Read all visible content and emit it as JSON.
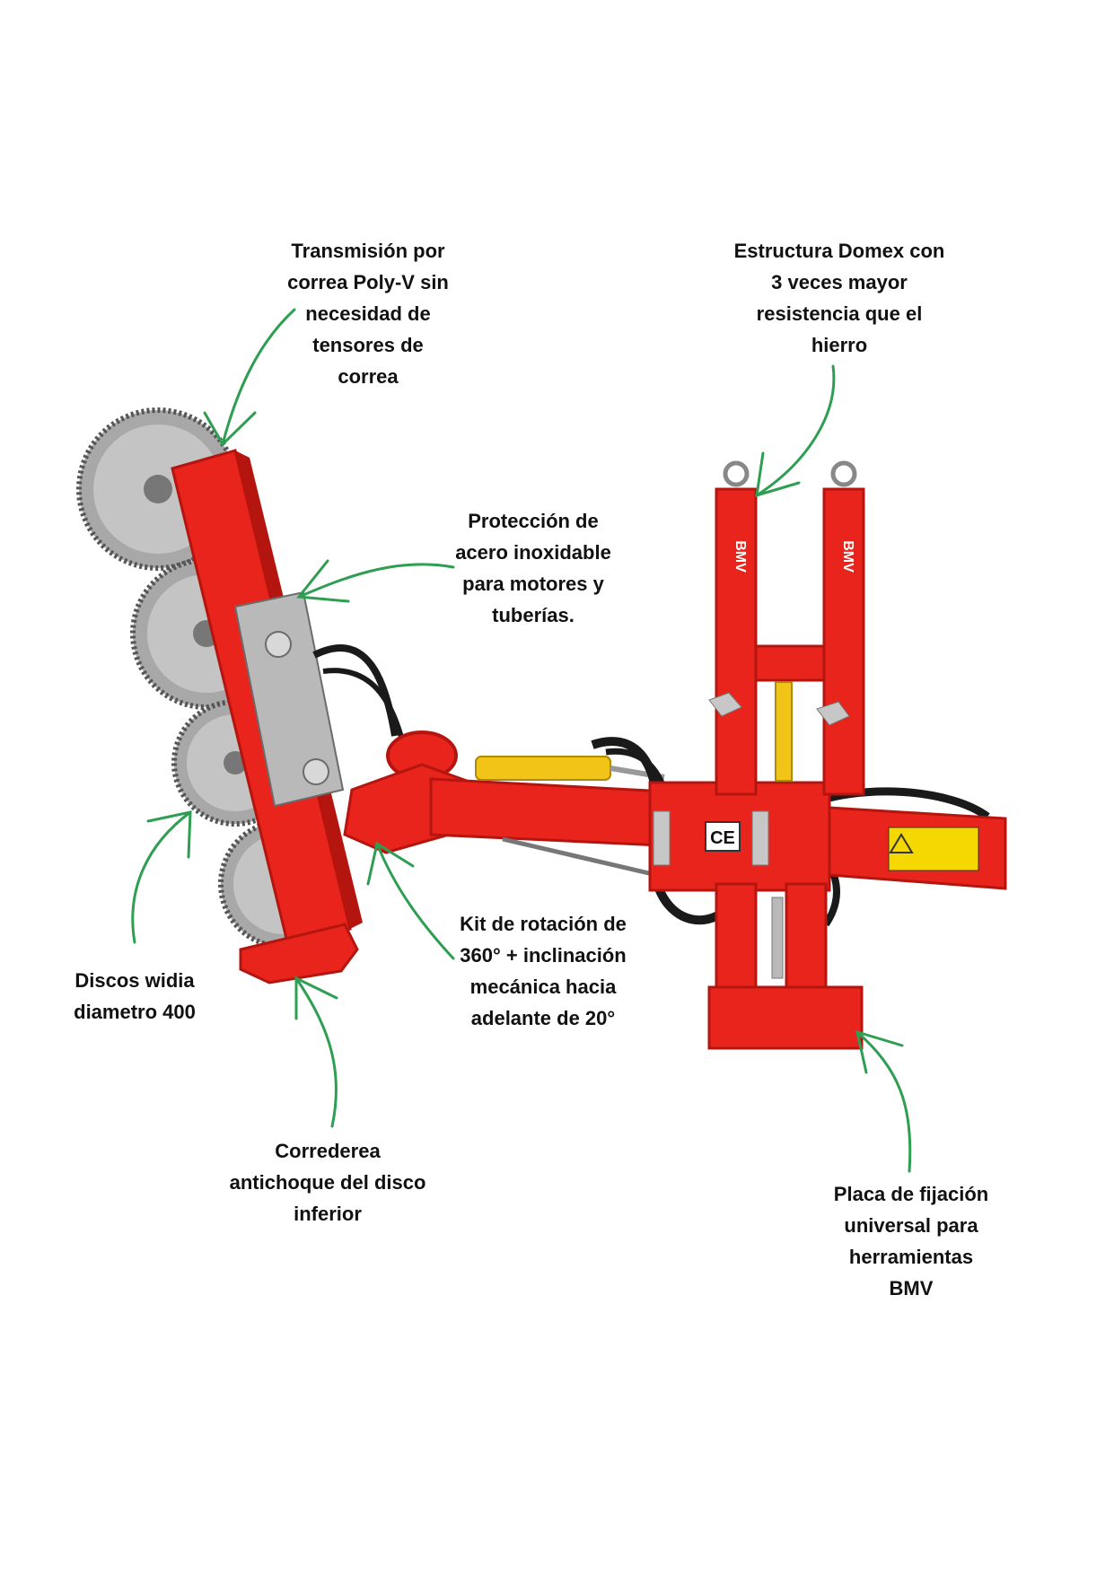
{
  "colors": {
    "frame_red": "#e8241c",
    "frame_red_dark": "#b5150f",
    "hydraulic_yellow": "#f2c418",
    "steel": "#b9b9b9",
    "steel_dark": "#6b6b6b",
    "hose": "#1a1a1a",
    "arrow_green": "#2e9e52",
    "label_text": "#111111"
  },
  "callouts": {
    "transmission": [
      "Transmisión por",
      "correa Poly-V sin",
      "necesidad de",
      "tensores de",
      "correa"
    ],
    "structure": [
      "Estructura Domex con",
      "3 veces mayor",
      "resistencia que el",
      "hierro"
    ],
    "protection": [
      "Protección de",
      "acero inoxidable",
      "para motores y",
      "tuberías."
    ],
    "discs": [
      "Discos widia",
      "diametro 400"
    ],
    "rotation_kit": [
      "Kit de rotación de",
      "360° + inclinación",
      "mecánica hacia",
      "adelante de 20°"
    ],
    "slider": [
      "Correderea",
      "antichoque del disco",
      "inferior"
    ],
    "mount_plate": [
      "Placa de fijación",
      "universal para",
      "herramientas",
      "BMV"
    ]
  },
  "machine_markings": {
    "brand": "BMV",
    "ce_mark": "CE"
  }
}
